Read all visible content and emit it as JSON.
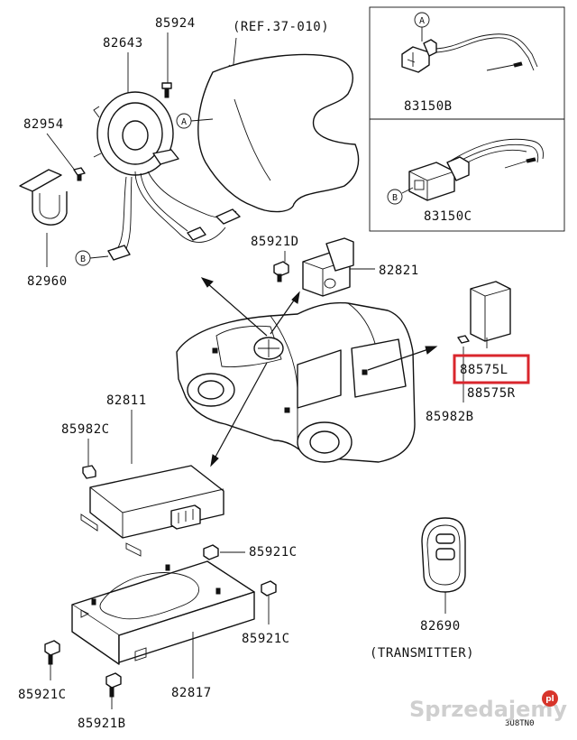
{
  "parts": {
    "p85924": "85924",
    "p82643": "82643",
    "ref": "(REF.37-010)",
    "p82954": "82954",
    "p82960": "82960",
    "p83150b": "83150B",
    "p83150c": "83150C",
    "p85921d": "85921D",
    "p82821": "82821",
    "p88575l": "88575L",
    "p88575r": "88575R",
    "p85982b": "85982B",
    "p82811": "82811",
    "p85982c": "85982C",
    "p85921c_a": "85921C",
    "p85921c_b": "85921C",
    "p85921c_c": "85921C",
    "p82690": "82690",
    "transmitter": "(TRANSMITTER)",
    "p82817": "82817",
    "p85921b": "85921B",
    "drawing_code": "3U8TN0"
  },
  "callouts": {
    "a": "A",
    "b": "B"
  },
  "highlight_color": "#d9262c",
  "watermark": {
    "text": "Sprzedajemy",
    "suffix": "pl"
  }
}
